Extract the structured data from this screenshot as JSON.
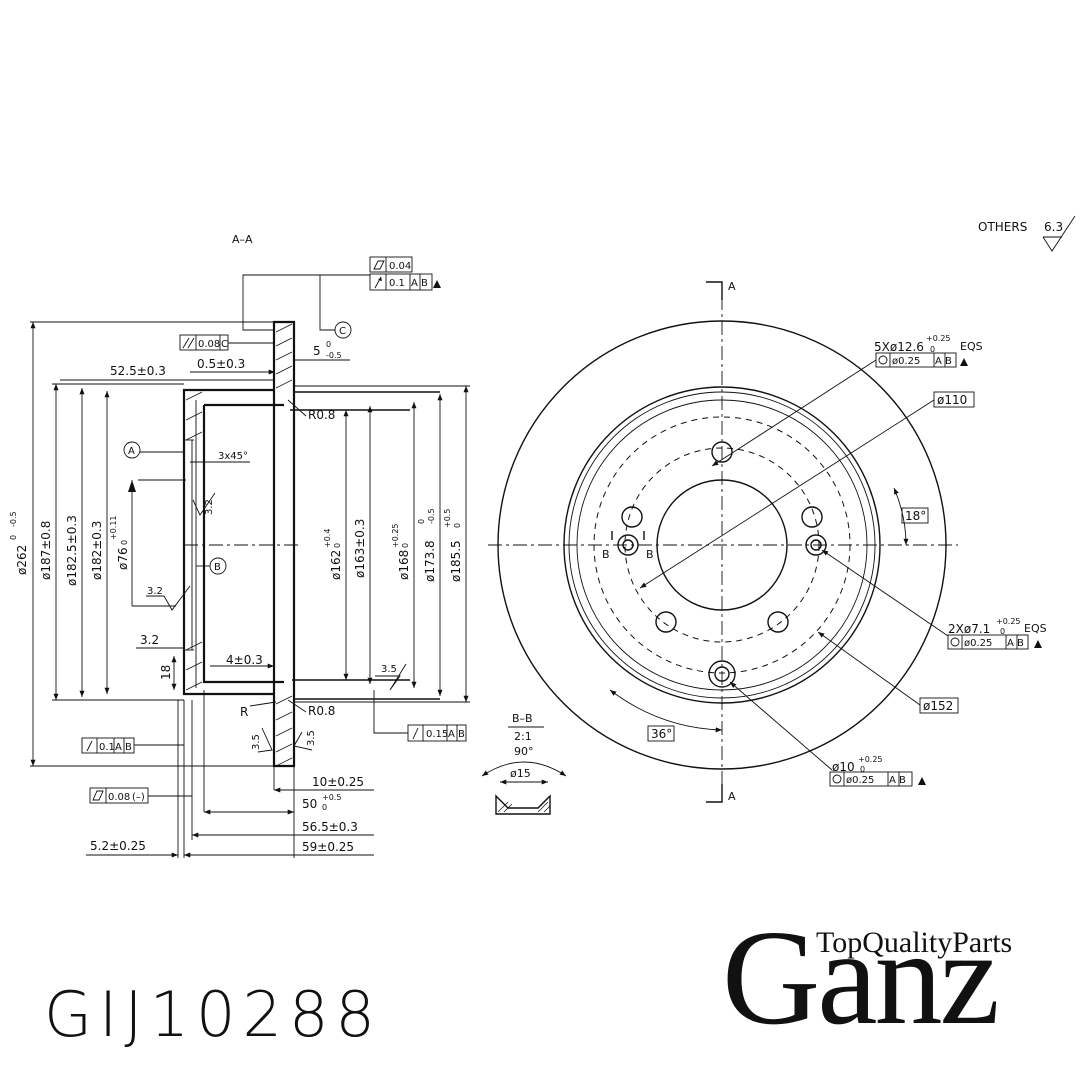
{
  "drawing": {
    "section_label": "A–A",
    "surface_note": "OTHERS",
    "surface_value": "6.3",
    "view_marker": "A",
    "detail_label": "B–B",
    "detail_scale": "2:1",
    "detail_angle": "90°",
    "detail_dia": "ø15",
    "datum_a": "A",
    "datum_b": "B",
    "datum_c": "C",
    "section_marker_b": "B"
  },
  "section_view": {
    "fcf_flatness": "0.04",
    "fcf_runout": "0.1",
    "fcf_runout_datums": "A B",
    "fcf_parallel": "0.08",
    "fcf_parallel_datum": "C",
    "thickness": "5⁻⁰₀.₅",
    "thickness_main": "5",
    "thickness_tol_up": "0",
    "thickness_tol_down": "-0.5",
    "offset_05": "0.5±0.3",
    "depth_525": "52.5±0.3",
    "r08_top": "R0.8",
    "r08_bottom": "R0.8",
    "chamfer": "3x45°",
    "rough_32a": "3.2",
    "rough_32b": "3.2",
    "dim_32": "3.2",
    "dim_18": "18",
    "dim_4": "4±0.3",
    "rough_35": "3.5",
    "rough_35b": "3.5",
    "rough_35c": "3.5",
    "r_label": "R",
    "fcf_runout2": "0.1",
    "fcf_runout2_datums": "A B",
    "fcf_runout3": "0.15",
    "fcf_runout3_datums": "A B",
    "fcf_flat2": "0.08",
    "fcf_flat2_note": "(–)",
    "dia_262": "ø262",
    "dia_262_tol": "-0.5",
    "dia_262_tol0": "0",
    "dia_187": "ø187±0.8",
    "dia_1825": "ø182.5±0.3",
    "dia_182": "ø182±0.3",
    "dia_76": "ø76",
    "dia_76_tol": "+0.11",
    "dia_76_tol0": "0",
    "dia_162": "ø162",
    "dia_162_tol": "+0.4",
    "dia_162_tol0": "0",
    "dia_163": "ø163±0.3",
    "dia_168": "ø168",
    "dia_168_tol": "+0.25",
    "dia_168_tol0": "0",
    "dia_1738": "ø173.8",
    "dia_1738_tol": "0",
    "dia_1738_tol0": "-0.5",
    "dia_1855": "ø185.5",
    "dia_1855_tol": "+0.5",
    "dia_1855_tol0": "0",
    "dim_10": "10±0.25",
    "dim_50": "50",
    "dim_50_tol": "+0.5",
    "dim_50_tol0": "0",
    "dim_565": "56.5±0.3",
    "dim_59": "59±0.25",
    "dim_52": "5.2±0.25"
  },
  "front_view": {
    "holes_5x": "5Xø12.6",
    "holes_5x_tol": "+0.25",
    "holes_5x_tol0": "0",
    "holes_5x_note": "EQS",
    "pos_tol": "ø0.25",
    "pos_datums": "A B",
    "pcd_110": "ø110",
    "angle_18": "18°",
    "holes_2x": "2Xø7.1",
    "holes_2x_tol": "+0.25",
    "holes_2x_tol0": "0",
    "holes_2x_note": "EQS",
    "pcd_152": "ø152",
    "angle_36": "36°",
    "hole_10": "ø10",
    "hole_10_tol": "+0.25",
    "hole_10_tol0": "0"
  },
  "branding": {
    "part_number": "GIJ10288",
    "brand": "Ganz",
    "tagline": "TopQualityParts"
  }
}
